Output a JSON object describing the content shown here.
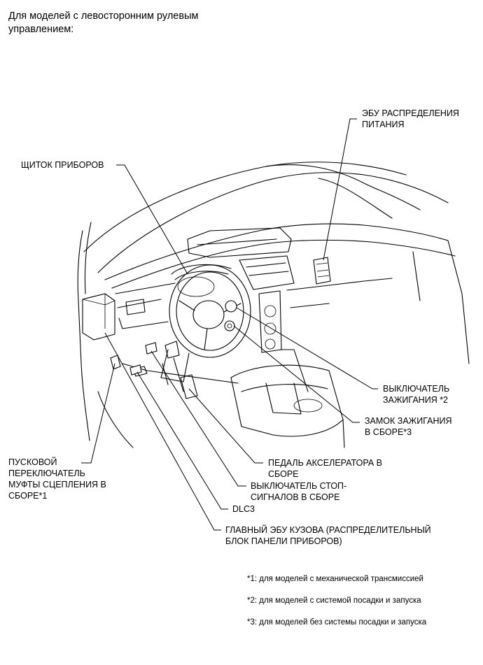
{
  "heading": {
    "line1": "Для моделей с левосторонним рулевым",
    "line2": "управлением:"
  },
  "labels": {
    "power_ecu": [
      "ЭБУ РАСПРЕДЕЛЕНИЯ",
      "ПИТАНИЯ"
    ],
    "combination_meter": [
      "ЩИТОК ПРИБОРОВ"
    ],
    "ignition_switch": [
      "ВЫКЛЮЧАТЕЛЬ",
      "ЗАЖИГАНИЯ *2"
    ],
    "ignition_lock": [
      "ЗАМОК ЗАЖИГАНИЯ",
      "В СБОРЕ*3"
    ],
    "clutch_switch": [
      "ПУСКОВОЙ",
      "ПЕРЕКЛЮЧАТЕЛЬ",
      "МУФТЫ СЦЕПЛЕНИЯ В",
      "СБОРЕ*1"
    ],
    "accelerator_pedal": [
      "ПЕДАЛЬ АКСЕЛЕРАТОРА В",
      "СБОРЕ"
    ],
    "stop_light_switch": [
      "ВЫКЛЮЧАТЕЛЬ СТОП-",
      "СИГНАЛОВ В СБОРЕ"
    ],
    "dlc3": [
      "DLC3"
    ],
    "main_body_ecu": [
      "ГЛАВНЫЙ ЭБУ КУЗОВА (РАСПРЕДЕЛИТЕЛЬНЫЙ",
      "БЛОК ПАНЕЛИ ПРИБОРОВ)"
    ]
  },
  "footnotes": [
    "*1: для моделей с механической трансмиссией",
    "*2: для моделей с системой посадки и запуска",
    "*3: для моделей без системы посадки и запуска"
  ]
}
